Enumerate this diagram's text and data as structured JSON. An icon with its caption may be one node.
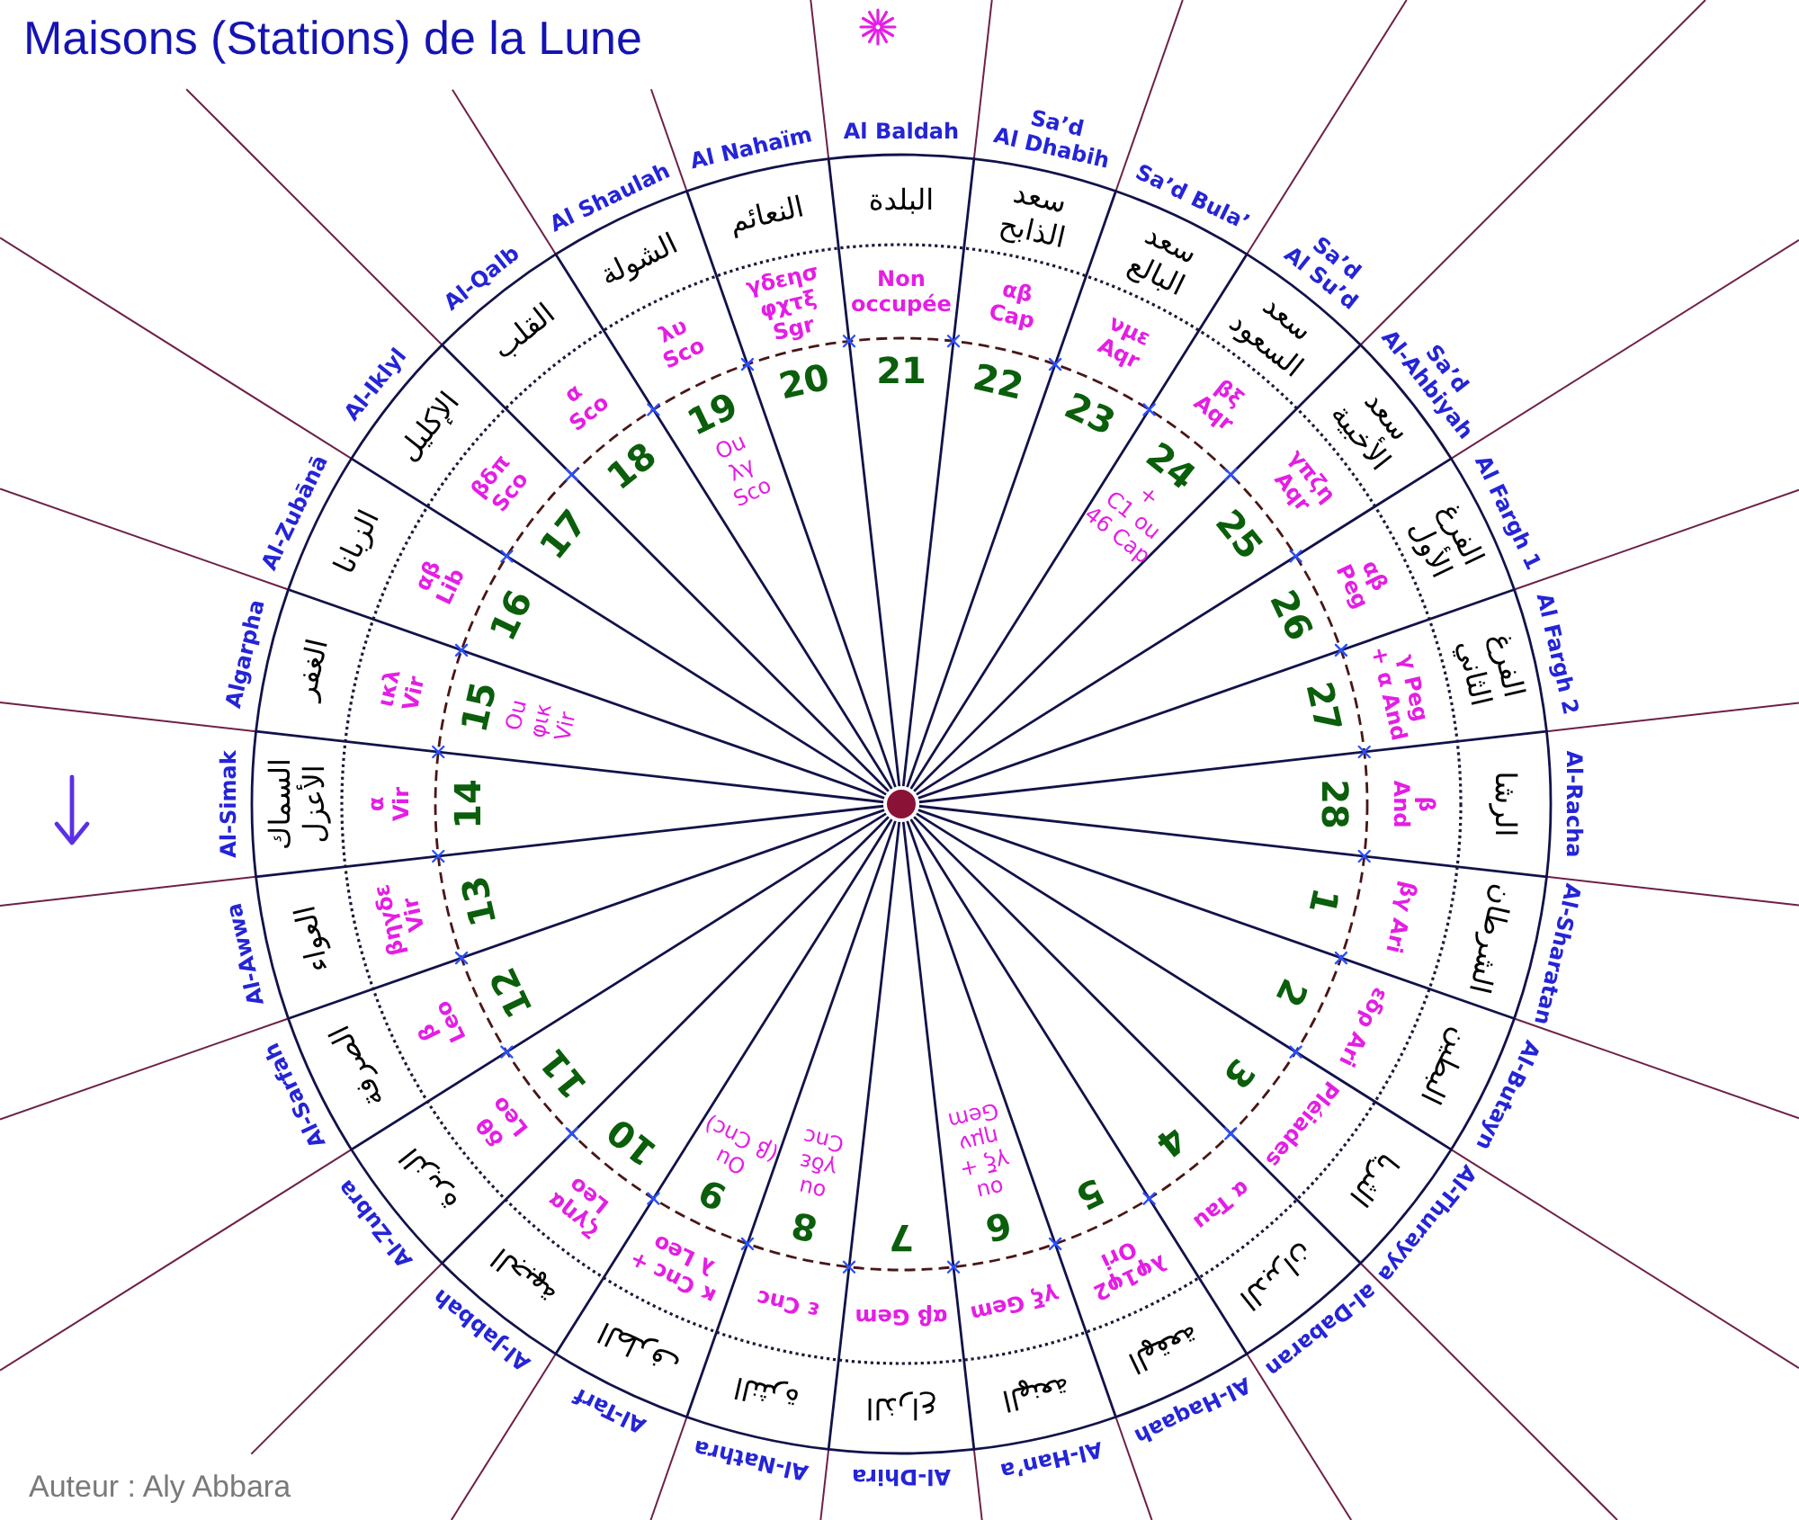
{
  "diagram": {
    "title": "Maisons (Stations) de la Lune",
    "nodes": [
      {
        "text": [
          "Al-Sharatan",
          "الشرطان",
          "βγ Ari",
          "1"
        ]
      },
      {
        "text": [
          "Al-Butayn",
          "البطين",
          "εδρ Ari",
          "2"
        ]
      },
      {
        "text": [
          "Al-Thurayya",
          "الثريا",
          "Pléiades",
          "3"
        ]
      },
      {
        "text": [
          "al-Dabaran",
          "الدبران",
          "α Tau",
          "4"
        ]
      },
      {
        "text": [
          "Al-Haqaah",
          "الهقعة",
          "λφ1φ2 Ori",
          "5"
        ]
      },
      {
        "text": [
          "Al-Han’a",
          "الهنعة",
          "γξ Gem",
          "6",
          "ou γξ + ημν Gem"
        ]
      },
      {
        "text": [
          "Al-Dhira",
          "الذراع",
          "αβ Gem",
          "7"
        ]
      },
      {
        "text": [
          "Al-Nathra",
          "النثرة",
          "ε Cnc",
          "8",
          "ou γδε Cnc"
        ]
      },
      {
        "text": [
          "Al-Tarf",
          "الطرف",
          "κ Cnc + λ Leo",
          "9",
          "Ou (β Cnc)"
        ]
      },
      {
        "text": [
          "Al-Jabbah",
          "الجبهة",
          "ζγηα Leo",
          "10"
        ]
      },
      {
        "text": [
          "Al-Zubra",
          "الزبرة",
          "δθ Leo",
          "11"
        ]
      },
      {
        "text": [
          "Al-Sarfah",
          "الصرفة",
          "β Leo",
          "12"
        ]
      },
      {
        "text": [
          "Al-Awwa",
          "العواء",
          "βηγδε Vir",
          "13"
        ]
      },
      {
        "text": [
          "Al-Simak",
          "السماك الأعزل",
          "α Vir",
          "14"
        ]
      },
      {
        "text": [
          "Algarpha",
          "الغفر",
          "ικλ Vir",
          "15",
          "Ou φικ Vir"
        ]
      },
      {
        "text": [
          "Al-Zubānā",
          "الزبانا",
          "αβ Lib",
          "16"
        ]
      },
      {
        "text": [
          "Al-Iklyl",
          "الإكليل",
          "βδπ Sco",
          "17"
        ]
      },
      {
        "text": [
          "Al-Qalb",
          "القلب",
          "α Sco",
          "18"
        ]
      },
      {
        "text": [
          "Al Shaulah",
          "الشولة",
          "λυ Sco",
          "19",
          "Ou λγ Sco"
        ]
      },
      {
        "text": [
          "Al Nahaïm",
          "النعائم",
          "γδεησ φχτξ Sgr",
          "20"
        ]
      },
      {
        "text": [
          "Al Baldah",
          "البلدة",
          "Non occupée",
          "21"
        ]
      },
      {
        "text": [
          "Sa’d Al Dhabih",
          "سعد الذابح",
          "αβ Cap",
          "22"
        ]
      },
      {
        "text": [
          "Sa’d Bula’",
          "سعد البالع",
          "νμε Aqr",
          "23"
        ]
      },
      {
        "text": [
          "Sa’d Al Su’d",
          "سعد السعود",
          "βξ Aqr",
          "24",
          "+ C1 ou 46 Cap"
        ]
      },
      {
        "text": [
          "Sa’d Al-Ahbiyah",
          "سعد الأخبية",
          "γπζη Aqr",
          "25"
        ]
      },
      {
        "text": [
          "Al Fargh 1",
          "الفرغ الأول",
          "αβ Peg",
          "26"
        ]
      },
      {
        "text": [
          "Al Fargh 2",
          "الفرغ الثاني",
          "γ Peg + α And",
          "27"
        ]
      },
      {
        "text": [
          "Al-Racha",
          "الرشا",
          "β And",
          "28"
        ]
      }
    ],
    "labels": [
      "Auteur : Aly Abbara"
    ]
  }
}
